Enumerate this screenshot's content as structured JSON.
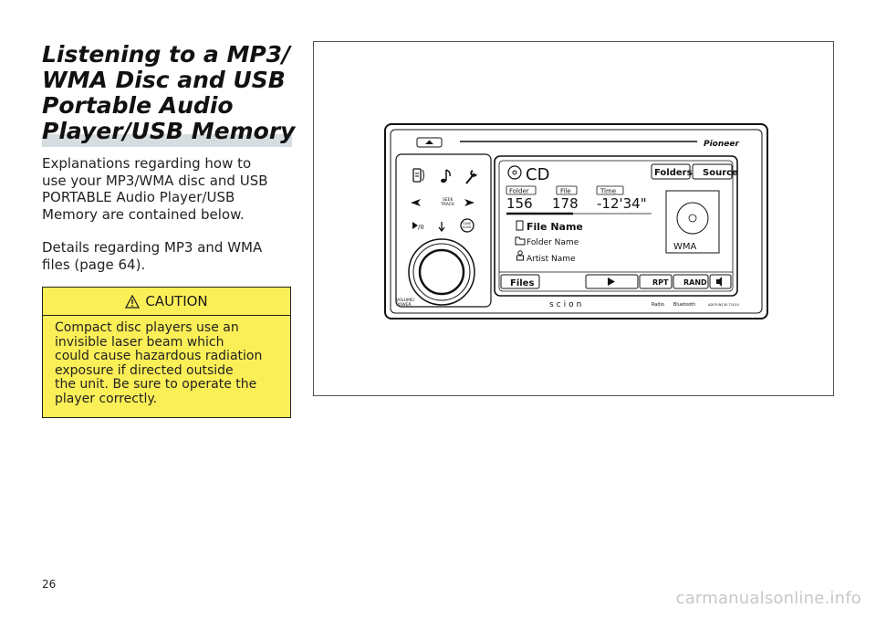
{
  "heading": {
    "title_lines": [
      "Listening to a MP3/",
      "WMA Disc and USB",
      "Portable Audio",
      "Player/USB Memory"
    ]
  },
  "intro": {
    "lines": [
      "Explanations regarding how to",
      "use your MP3/WMA disc and USB",
      "PORTABLE Audio Player/USB",
      "Memory are contained below."
    ]
  },
  "details": {
    "lines": [
      "Details regarding MP3 and WMA",
      "files (page 64)."
    ]
  },
  "caution": {
    "label": "CAUTION",
    "lines": [
      "Compact disc players use an",
      "invisible laser beam which",
      "could cause hazardous radiation",
      "exposure if directed outside",
      "the unit. Be sure to operate the",
      "player correctly."
    ],
    "colors": {
      "background": "#fbef57"
    }
  },
  "device": {
    "brand": "Pioneer",
    "logo": "scion",
    "source_label": "CD",
    "folders_button": "Folders",
    "source_button": "Source",
    "tags": {
      "folder": "Folder",
      "file": "File",
      "time": "Time"
    },
    "values": {
      "folder": "156",
      "file": "178",
      "time": "-12'34\""
    },
    "file_name": "File Name",
    "folder_name": "Folder Name",
    "artist_name": "Artist Name",
    "format_label": "WMA",
    "files_button": "Files",
    "rpt_button": "RPT",
    "rand_button": "RAND",
    "seek_label_1": "SEEK",
    "seek_label_2": "TRACK",
    "tune_label_1": "TUNE",
    "tune_label_2": "SCAN",
    "volume_label_1": "VOLUME/",
    "volume_label_2": "POWER",
    "hd_label": "Radio",
    "bt_label": "Bluetooth",
    "model": "ADCP-W130 T1010",
    "icons": [
      "eject-icon",
      "phone-icon",
      "music-note-icon",
      "wrench-icon",
      "seek-back-icon",
      "seek-forward-icon",
      "play-pause-icon",
      "disc-icon",
      "speaker-icon"
    ]
  },
  "page": {
    "number": "26"
  },
  "watermark": {
    "text": "carmanualsonline.info"
  }
}
